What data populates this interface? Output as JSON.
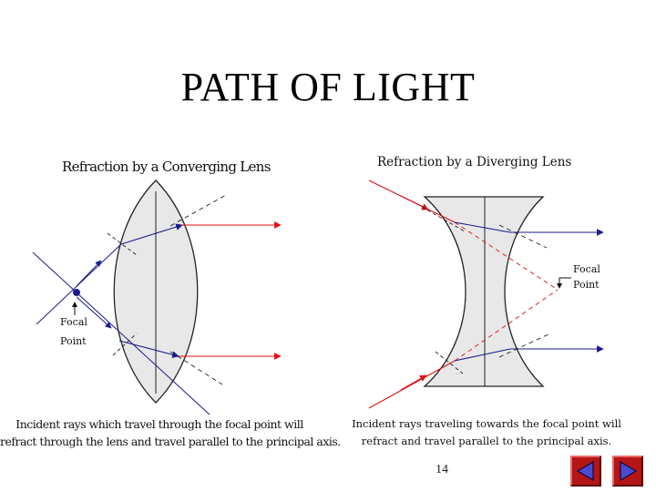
{
  "title": "PATH OF LIGHT",
  "converging": {
    "caption": "Refraction by a Converging Lens",
    "focal_label": "Focal",
    "point_label": "Point",
    "description_line1": "Incident rays which travel through the focal point will",
    "description_line2": "refract through the lens and travel parallel to the principal axis."
  },
  "diverging": {
    "caption": "Refraction by a Diverging Lens",
    "focal_label": "Focal",
    "point_label": "Point",
    "description_line1": "Incident rays traveling towards the focal point will",
    "description_line2": "refract and travel parallel to the principal axis."
  },
  "page_number": "14",
  "navigation": {
    "prev_icon": "triangle-left-icon",
    "next_icon": "triangle-right-icon",
    "button_color": "#b41515"
  },
  "colors": {
    "ray_blue": "#1b1b8c",
    "ray_red": "#e01010",
    "lens_fill": "#e8e8e8"
  }
}
